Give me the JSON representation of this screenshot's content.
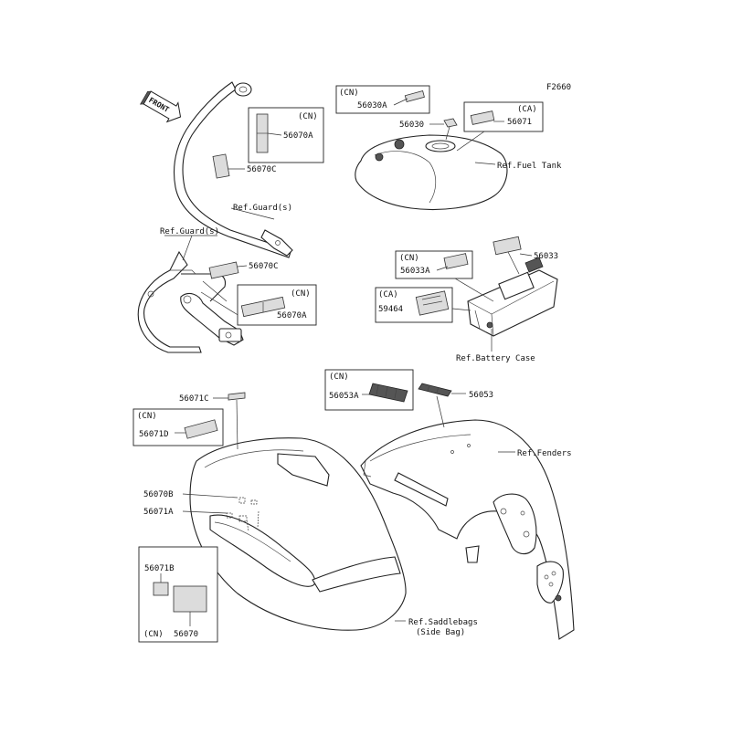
{
  "figure_code": "F2660",
  "front_arrow": "FRONT",
  "labels": {
    "l_56070A_cn_box": "56070A",
    "l_56070C_top": "56070C",
    "ref_guards_right": "Ref.Guard(s)",
    "ref_guards_left": "Ref.Guard(s)",
    "l_56070C_mid": "56070C",
    "l_56070A_mid": "56070A",
    "l_56030A": "56030A",
    "l_56030": "56030",
    "l_56071_ca": "56071",
    "ref_fuel_tank": "Ref.Fuel Tank",
    "l_56033A": "56033A",
    "l_56033": "56033",
    "l_59464": "59464",
    "ref_battery_case": "Ref.Battery Case",
    "l_56053A": "56053A",
    "l_56053": "56053",
    "l_56071C": "56071C",
    "l_56071D": "56071D",
    "ref_fenders": "Ref.Fenders",
    "l_56070B": "56070B",
    "l_56071A": "56071A",
    "l_56071B": "56071B",
    "l_56070": "56070",
    "ref_saddlebags_1": "Ref.Saddlebags",
    "ref_saddlebags_2": "(Side Bag)"
  },
  "region_tags": {
    "cn": "(CN)",
    "ca": "(CA)"
  }
}
